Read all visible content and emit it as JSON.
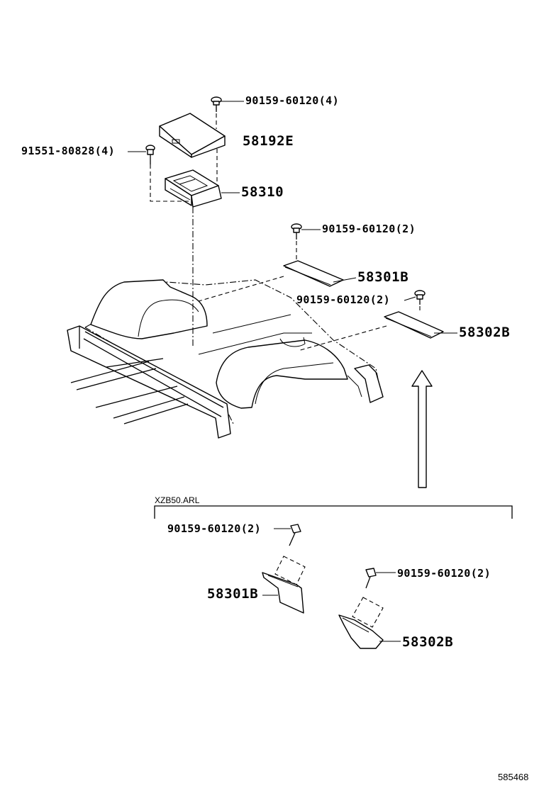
{
  "parts": {
    "bolt_top": "90159-60120(4)",
    "box": "58192E",
    "bolt_left": "91551-80828(4)",
    "bracket": "58310",
    "bolt_mid": "90159-60120(2)",
    "plate_upper": "58301B",
    "bolt_right": "90159-60120(2)",
    "plate_right": "58302B"
  },
  "inset": {
    "model_note": "XZB50.ARL",
    "bolt_a": "90159-60120(2)",
    "part_a": "58301B",
    "bolt_b": "90159-60120(2)",
    "part_b": "58302B"
  },
  "diagram_ref": "585468"
}
